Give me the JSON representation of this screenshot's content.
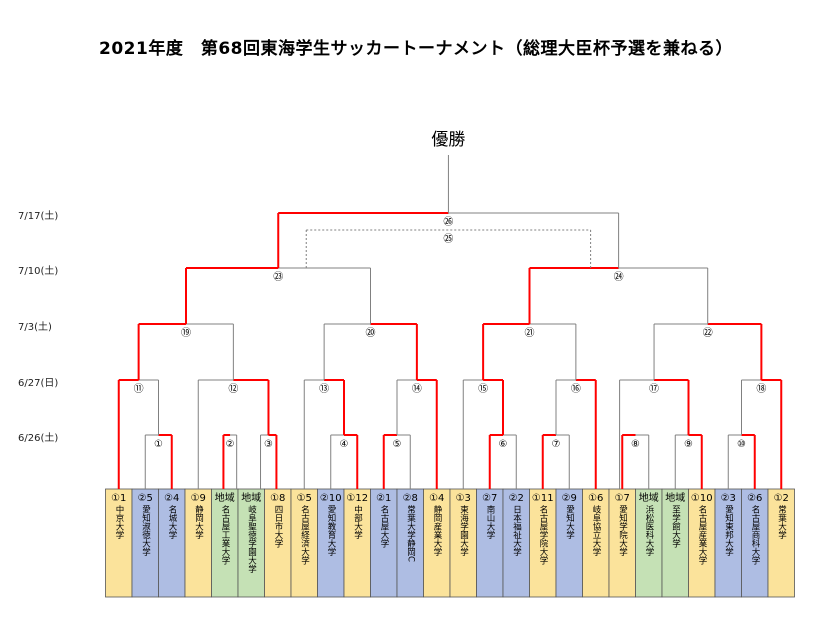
{
  "title": "2021年度　第68回東海学生サッカートーナメント（総理大臣杯予選を兼ねる）",
  "champion_label": "優勝",
  "dates": [
    "7/17(土)",
    "7/10(土)",
    "7/3(土)",
    "6/27(日)",
    "6/26(土)"
  ],
  "match_labels": {
    "m1": "①",
    "m2": "②",
    "m3": "③",
    "m4": "④",
    "m5": "⑤",
    "m6": "⑥",
    "m7": "⑦",
    "m8": "⑧",
    "m9": "⑨",
    "m10": "⑩",
    "m11": "⑪",
    "m12": "⑫",
    "m13": "⑬",
    "m14": "⑭",
    "m15": "⑮",
    "m16": "⑯",
    "m17": "⑰",
    "m18": "⑱",
    "m19": "⑲",
    "m20": "⑳",
    "m21": "㉑",
    "m22": "㉒",
    "m23": "㉓",
    "m24": "㉔",
    "m25": "㉕",
    "m26": "㉖"
  },
  "colors": {
    "yellow": "#fbe39b",
    "blue": "#aebde3",
    "green": "#c5e1b5",
    "win": "#ff0000",
    "lose": "#808080"
  },
  "teams": [
    {
      "seed": "①1",
      "name": "中京大学",
      "color": "yellow"
    },
    {
      "seed": "②5",
      "name": "愛知淑徳大学",
      "color": "blue"
    },
    {
      "seed": "②4",
      "name": "名城大学",
      "color": "blue"
    },
    {
      "seed": "①9",
      "name": "静岡大学",
      "color": "yellow"
    },
    {
      "seed": "地域",
      "name": "名古屋工業大学",
      "color": "green"
    },
    {
      "seed": "地域",
      "name": "岐阜聖徳学園大学",
      "color": "green"
    },
    {
      "seed": "①8",
      "name": "四日市大学",
      "color": "yellow"
    },
    {
      "seed": "①5",
      "name": "名古屋経済大学",
      "color": "yellow"
    },
    {
      "seed": "②10",
      "name": "愛知教育大学",
      "color": "blue"
    },
    {
      "seed": "①12",
      "name": "中部大学",
      "color": "yellow"
    },
    {
      "seed": "②1",
      "name": "名古屋大学",
      "color": "blue"
    },
    {
      "seed": "②8",
      "name": "常葉大学静岡C",
      "color": "blue"
    },
    {
      "seed": "①4",
      "name": "静岡産業大学",
      "color": "yellow"
    },
    {
      "seed": "①3",
      "name": "東海学園大学",
      "color": "yellow"
    },
    {
      "seed": "②7",
      "name": "南山大学",
      "color": "blue"
    },
    {
      "seed": "②2",
      "name": "日本福祉大学",
      "color": "blue"
    },
    {
      "seed": "①11",
      "name": "名古屋学院大学",
      "color": "yellow"
    },
    {
      "seed": "②9",
      "name": "愛知大学",
      "color": "blue"
    },
    {
      "seed": "①6",
      "name": "岐阜協立大学",
      "color": "yellow"
    },
    {
      "seed": "①7",
      "name": "愛知学院大学",
      "color": "yellow"
    },
    {
      "seed": "地域",
      "name": "浜松医科大学",
      "color": "green"
    },
    {
      "seed": "地域",
      "name": "至学館大学",
      "color": "green"
    },
    {
      "seed": "①10",
      "name": "名古屋産業大学",
      "color": "yellow"
    },
    {
      "seed": "②3",
      "name": "愛知東邦大学",
      "color": "blue"
    },
    {
      "seed": "②6",
      "name": "名古屋商科大学",
      "color": "blue"
    },
    {
      "seed": "①2",
      "name": "常葉大学",
      "color": "yellow"
    }
  ]
}
